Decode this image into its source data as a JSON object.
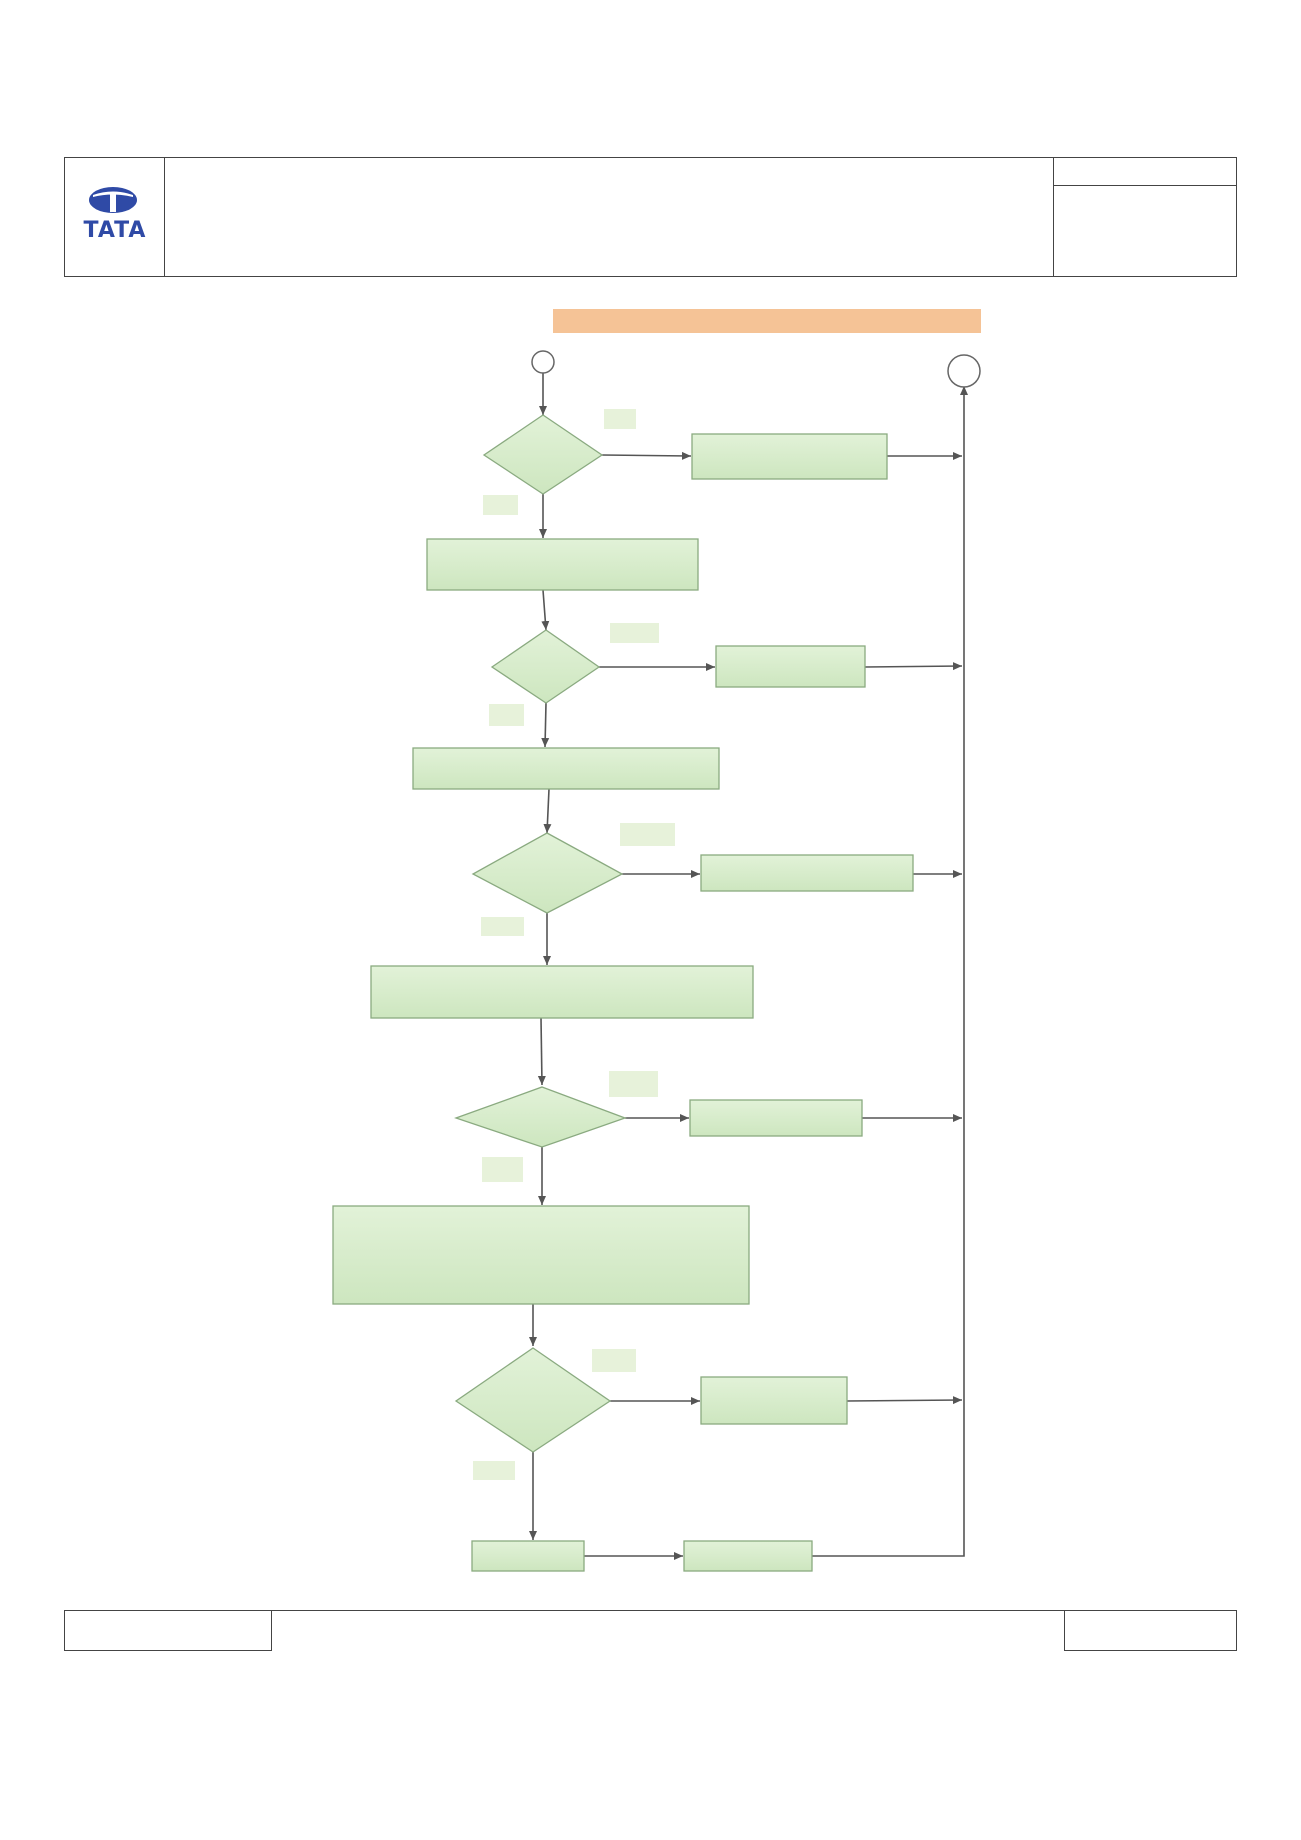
{
  "header": {
    "logo_text": "TATA",
    "title": "",
    "doc_no": "",
    "doc_info": ""
  },
  "flowchart": {
    "title_bar_color": "#f5c396",
    "node_fill": "#d5ecc8",
    "node_stroke": "#8aaa80",
    "label_fill": "#e7f2da",
    "terminal_fill": "#ffffff",
    "edge_color": "#555555",
    "nodes": [
      {
        "id": "start",
        "kind": "terminal",
        "text": ""
      },
      {
        "id": "end",
        "kind": "terminal",
        "text": ""
      },
      {
        "id": "d1",
        "kind": "decision",
        "text": ""
      },
      {
        "id": "r1",
        "kind": "process",
        "text": ""
      },
      {
        "id": "p1",
        "kind": "process",
        "text": ""
      },
      {
        "id": "d2",
        "kind": "decision",
        "text": ""
      },
      {
        "id": "r2",
        "kind": "process",
        "text": ""
      },
      {
        "id": "p2",
        "kind": "process",
        "text": ""
      },
      {
        "id": "d3",
        "kind": "decision",
        "text": ""
      },
      {
        "id": "r3",
        "kind": "process",
        "text": ""
      },
      {
        "id": "p3",
        "kind": "process",
        "text": ""
      },
      {
        "id": "d4",
        "kind": "decision",
        "text": ""
      },
      {
        "id": "r4",
        "kind": "process",
        "text": ""
      },
      {
        "id": "p4",
        "kind": "process",
        "text": ""
      },
      {
        "id": "d5",
        "kind": "decision",
        "text": ""
      },
      {
        "id": "r5",
        "kind": "process",
        "text": ""
      },
      {
        "id": "p5a",
        "kind": "process",
        "text": ""
      },
      {
        "id": "p5b",
        "kind": "process",
        "text": ""
      }
    ],
    "branch_labels": [
      "",
      "",
      "",
      "",
      "",
      "",
      "",
      "",
      "",
      ""
    ]
  },
  "footer": {
    "left": "",
    "center": "",
    "right": ""
  }
}
